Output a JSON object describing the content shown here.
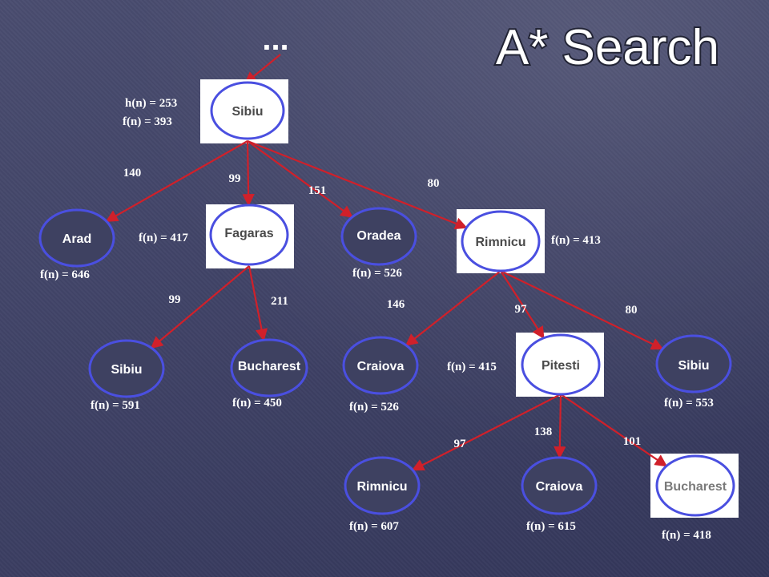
{
  "slide": {
    "title": "A* Search",
    "ellipsis": "..."
  },
  "colors": {
    "edge": "#d0202a",
    "node_stroke": "#4a4fe0",
    "node_fill": "#3e4161",
    "highlight_box": "#ffffff"
  },
  "nodes": [
    {
      "id": "sibiu_root",
      "label": "Sibiu",
      "highlighted": true,
      "annotations": [
        "h(n) = 253",
        "f(n) = 393"
      ]
    },
    {
      "id": "arad",
      "label": "Arad",
      "highlighted": false,
      "annotations": [
        "f(n) = 646"
      ]
    },
    {
      "id": "fagaras",
      "label": "Fagaras",
      "highlighted": true,
      "annotations": [
        "f(n) = 417"
      ]
    },
    {
      "id": "oradea",
      "label": "Oradea",
      "highlighted": false,
      "annotations": [
        "f(n) = 526"
      ]
    },
    {
      "id": "rimnicu",
      "label": "Rimnicu",
      "highlighted": true,
      "annotations": [
        "f(n) = 413"
      ]
    },
    {
      "id": "sibiu_f",
      "label": "Sibiu",
      "highlighted": false,
      "annotations": [
        "f(n) = 591"
      ]
    },
    {
      "id": "bucharest_f",
      "label": "Bucharest",
      "highlighted": false,
      "annotations": [
        "f(n) = 450"
      ]
    },
    {
      "id": "craiova_r",
      "label": "Craiova",
      "highlighted": false,
      "annotations": [
        "f(n) = 526"
      ]
    },
    {
      "id": "pitesti",
      "label": "Pitesti",
      "highlighted": true,
      "annotations": [
        "f(n) = 415"
      ]
    },
    {
      "id": "sibiu_r",
      "label": "Sibiu",
      "highlighted": false,
      "annotations": [
        "f(n) = 553"
      ]
    },
    {
      "id": "rimnicu_p",
      "label": "Rimnicu",
      "highlighted": false,
      "annotations": [
        "f(n) = 607"
      ]
    },
    {
      "id": "craiova_p",
      "label": "Craiova",
      "highlighted": false,
      "annotations": [
        "f(n) = 615"
      ]
    },
    {
      "id": "bucharest_p",
      "label": "Bucharest",
      "highlighted": true,
      "annotations": [
        "f(n) = 418"
      ]
    }
  ],
  "edges": [
    {
      "from": "sibiu_root",
      "to": "arad",
      "cost": "140"
    },
    {
      "from": "sibiu_root",
      "to": "fagaras",
      "cost": "99"
    },
    {
      "from": "sibiu_root",
      "to": "oradea",
      "cost": "151"
    },
    {
      "from": "sibiu_root",
      "to": "rimnicu",
      "cost": "80"
    },
    {
      "from": "fagaras",
      "to": "sibiu_f",
      "cost": "99"
    },
    {
      "from": "fagaras",
      "to": "bucharest_f",
      "cost": "211"
    },
    {
      "from": "rimnicu",
      "to": "craiova_r",
      "cost": "146"
    },
    {
      "from": "rimnicu",
      "to": "pitesti",
      "cost": "97"
    },
    {
      "from": "rimnicu",
      "to": "sibiu_r",
      "cost": "80"
    },
    {
      "from": "pitesti",
      "to": "rimnicu_p",
      "cost": "97"
    },
    {
      "from": "pitesti",
      "to": "craiova_p",
      "cost": "138"
    },
    {
      "from": "pitesti",
      "to": "bucharest_p",
      "cost": "101"
    }
  ]
}
